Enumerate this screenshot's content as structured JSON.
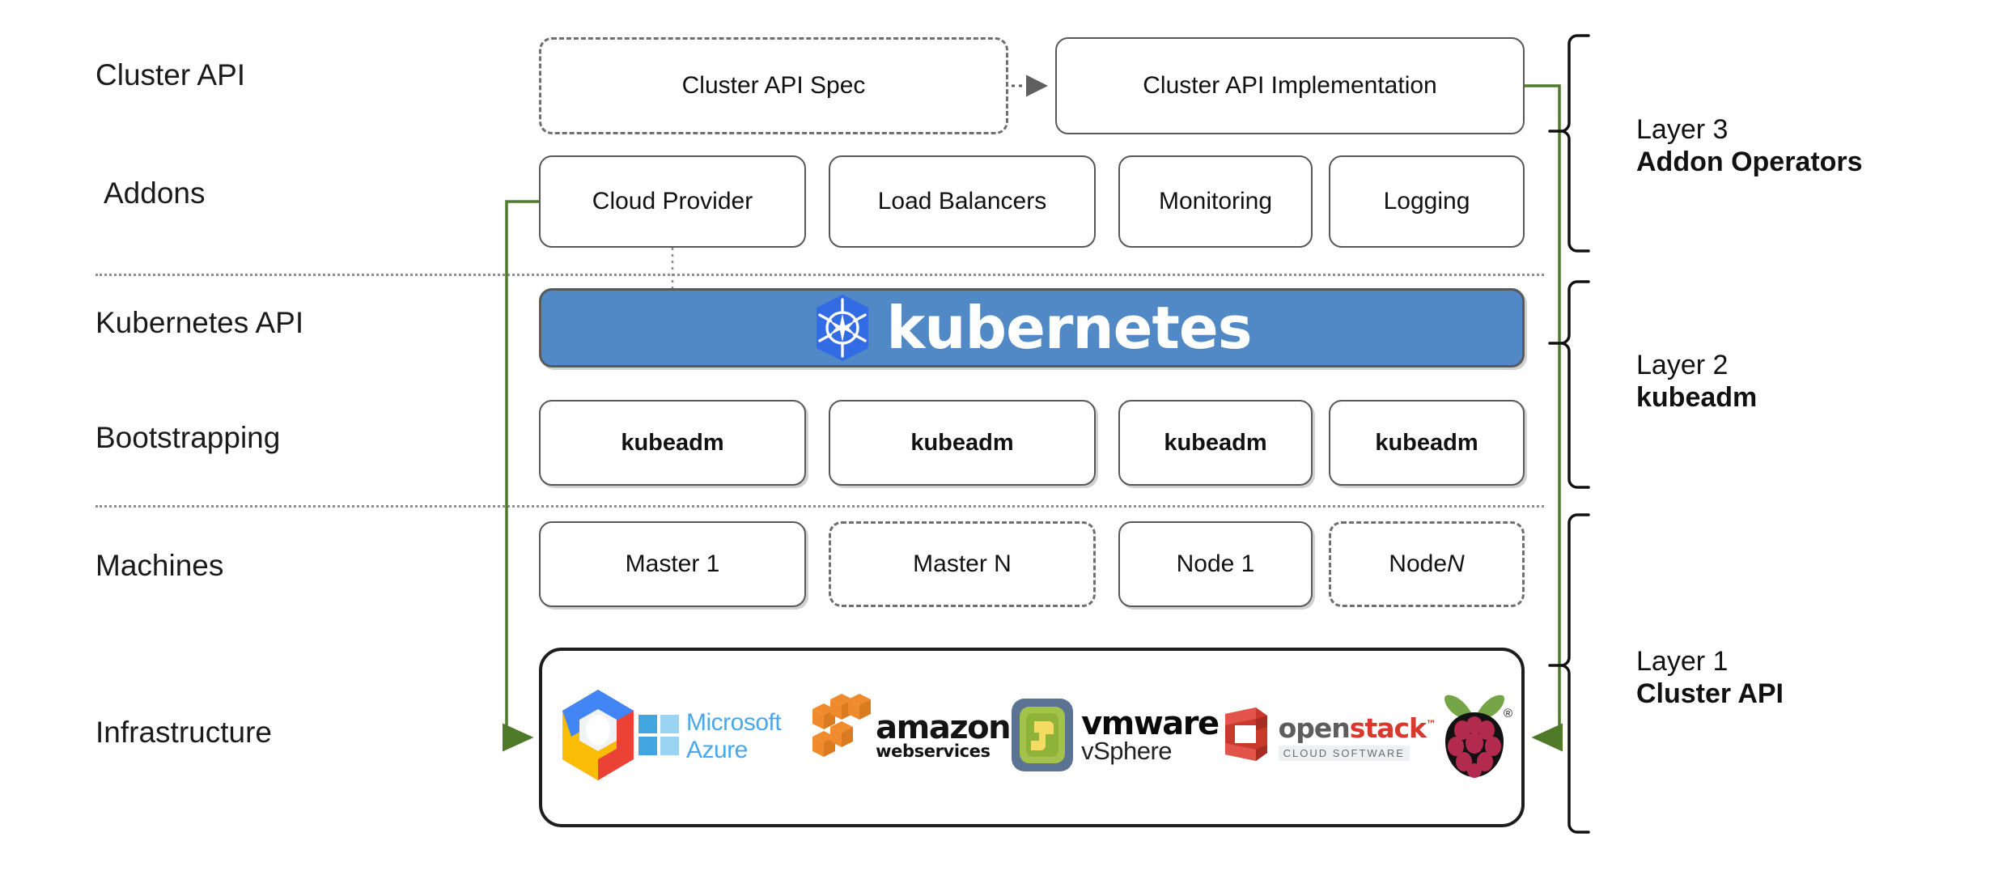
{
  "diagram": {
    "title": "Kubernetes Cluster Lifecycle Layers",
    "accent_green": "#4e7a2a",
    "accent_blue": "#5089c6",
    "k8s_logo_blue": "#326ce5"
  },
  "row_labels": [
    {
      "id": "cluster-api",
      "text": "Cluster API"
    },
    {
      "id": "addons",
      "text": "Addons"
    },
    {
      "id": "kubernetes-api",
      "text": "Kubernetes API"
    },
    {
      "id": "bootstrapping",
      "text": "Bootstrapping"
    },
    {
      "id": "machines",
      "text": "Machines"
    },
    {
      "id": "infrastructure",
      "text": "Infrastructure"
    }
  ],
  "cluster_api_row": {
    "spec_box": {
      "label": "Cluster API Spec",
      "style": "dashed"
    },
    "implementation_box": {
      "label": "Cluster API Implementation",
      "style": "solid"
    }
  },
  "addons_row": {
    "boxes": [
      {
        "label": "Cloud Provider"
      },
      {
        "label": "Load Balancers"
      },
      {
        "label": "Monitoring"
      },
      {
        "label": "Logging"
      }
    ]
  },
  "kubernetes_banner": {
    "wordmark": "kubernetes",
    "logo_name": "kubernetes-helm-wheel-icon"
  },
  "bootstrapping_row": {
    "boxes": [
      {
        "label": "kubeadm"
      },
      {
        "label": "kubeadm"
      },
      {
        "label": "kubeadm"
      },
      {
        "label": "kubeadm"
      }
    ]
  },
  "machines_row": {
    "boxes": [
      {
        "label": "Master 1",
        "style": "solid",
        "italic_suffix": ""
      },
      {
        "label": "Master N",
        "style": "dashed",
        "italic_suffix": ""
      },
      {
        "label": "Node 1",
        "style": "solid",
        "italic_suffix": ""
      },
      {
        "label": "Node ",
        "style": "dashed",
        "italic_suffix": "N"
      }
    ]
  },
  "infrastructure_row": {
    "providers": [
      {
        "name": "Google Cloud Platform",
        "icon": "google-cloud-hexagon-icon",
        "text": ""
      },
      {
        "name": "Microsoft Azure",
        "icon": "windows-squares-icon",
        "text": "Microsoft Azure"
      },
      {
        "name": "Amazon Web Services",
        "icon": "aws-cubes-icon",
        "text_top": "amazon",
        "text_bottom": "webservices"
      },
      {
        "name": "VMware vSphere",
        "icon": "vmware-vsphere-icon",
        "text_top": "vmware",
        "text_bottom": "vSphere"
      },
      {
        "name": "OpenStack",
        "icon": "openstack-cube-icon",
        "text_open": "open",
        "text_stack": "stack",
        "text_tm": "™",
        "text_bottom": "CLOUD SOFTWARE"
      },
      {
        "name": "Raspberry Pi",
        "icon": "raspberry-pi-icon",
        "text": "®"
      }
    ]
  },
  "layers": [
    {
      "id": "layer-3",
      "line1": "Layer 3",
      "line2": "Addon Operators"
    },
    {
      "id": "layer-2",
      "line1": "Layer 2",
      "line2": "kubeadm"
    },
    {
      "id": "layer-1",
      "line1": "Layer 1",
      "line2": "Cluster API"
    }
  ]
}
